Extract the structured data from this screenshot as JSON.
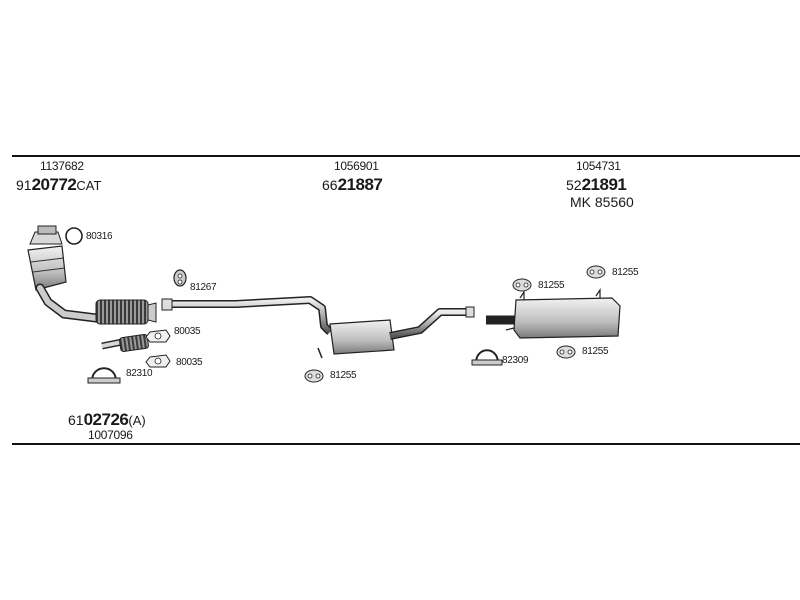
{
  "groups": {
    "front": {
      "ref_top": "1137682",
      "code_prefix": "91",
      "code_main": "20772",
      "code_suffix": "CAT"
    },
    "middle": {
      "ref_top": "1056901",
      "code_prefix": "66",
      "code_main": "21887"
    },
    "rear": {
      "ref_top": "1054731",
      "code_prefix": "52",
      "code_main": "21891",
      "mk_label": "MK 85560"
    },
    "bottom": {
      "code_prefix": "61",
      "code_main": "02726",
      "code_suffix": "(A)",
      "ref_bottom": "1007096"
    }
  },
  "parts": {
    "oring_80316": "80316",
    "hanger_81267": "81267",
    "gasket_80035_a": "80035",
    "gasket_80035_b": "80035",
    "clamp_82310": "82310",
    "hanger_81255_mid": "81255",
    "hanger_81255_r1": "81255",
    "hanger_81255_r2": "81255",
    "hanger_81255_r3": "81255",
    "clamp_82309": "82309"
  }
}
